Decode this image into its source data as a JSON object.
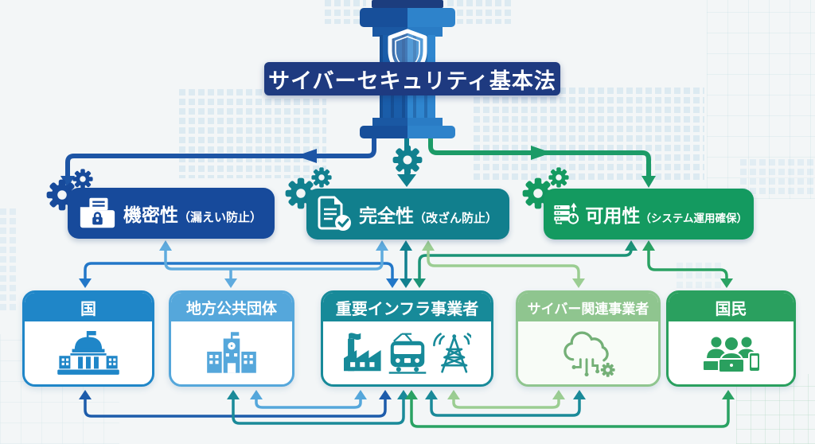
{
  "title": "サイバーセキュリティ基本法",
  "principles": [
    {
      "label": "機密性",
      "sub": "（漏えい防止）",
      "color": "#174a9b",
      "icon": "folder-lock-icon"
    },
    {
      "label": "完全性",
      "sub": "（改ざん防止）",
      "color": "#117f8d",
      "icon": "document-check-icon"
    },
    {
      "label": "可用性",
      "sub": "（システム運用確保）",
      "color": "#149a60",
      "icon": "server-power-icon"
    }
  ],
  "entities": [
    {
      "label": "国",
      "color": "#1f86c8",
      "icon": "government-building-icon"
    },
    {
      "label": "地方公共団体",
      "color": "#55a7db",
      "icon": "municipal-building-icon"
    },
    {
      "label": "重要インフラ事業者",
      "color": "#178a99",
      "icon": "infrastructure-icons"
    },
    {
      "label": "サイバー関連事業者",
      "color": "#8fc58f",
      "icon": "cloud-network-icon"
    },
    {
      "label": "国民",
      "color": "#2aa05f",
      "icon": "citizens-devices-icon"
    }
  ],
  "decoration_colors": {
    "arrow_blue_dark": "#1d55a5",
    "arrow_blue": "#2277c8",
    "arrow_blue_light": "#5fabde",
    "arrow_teal": "#11808f",
    "arrow_teal_mid": "#1a8a99",
    "arrow_green": "#2aa263",
    "arrow_green_light": "#9bcd92",
    "banner_navy": "#1e3a80"
  }
}
